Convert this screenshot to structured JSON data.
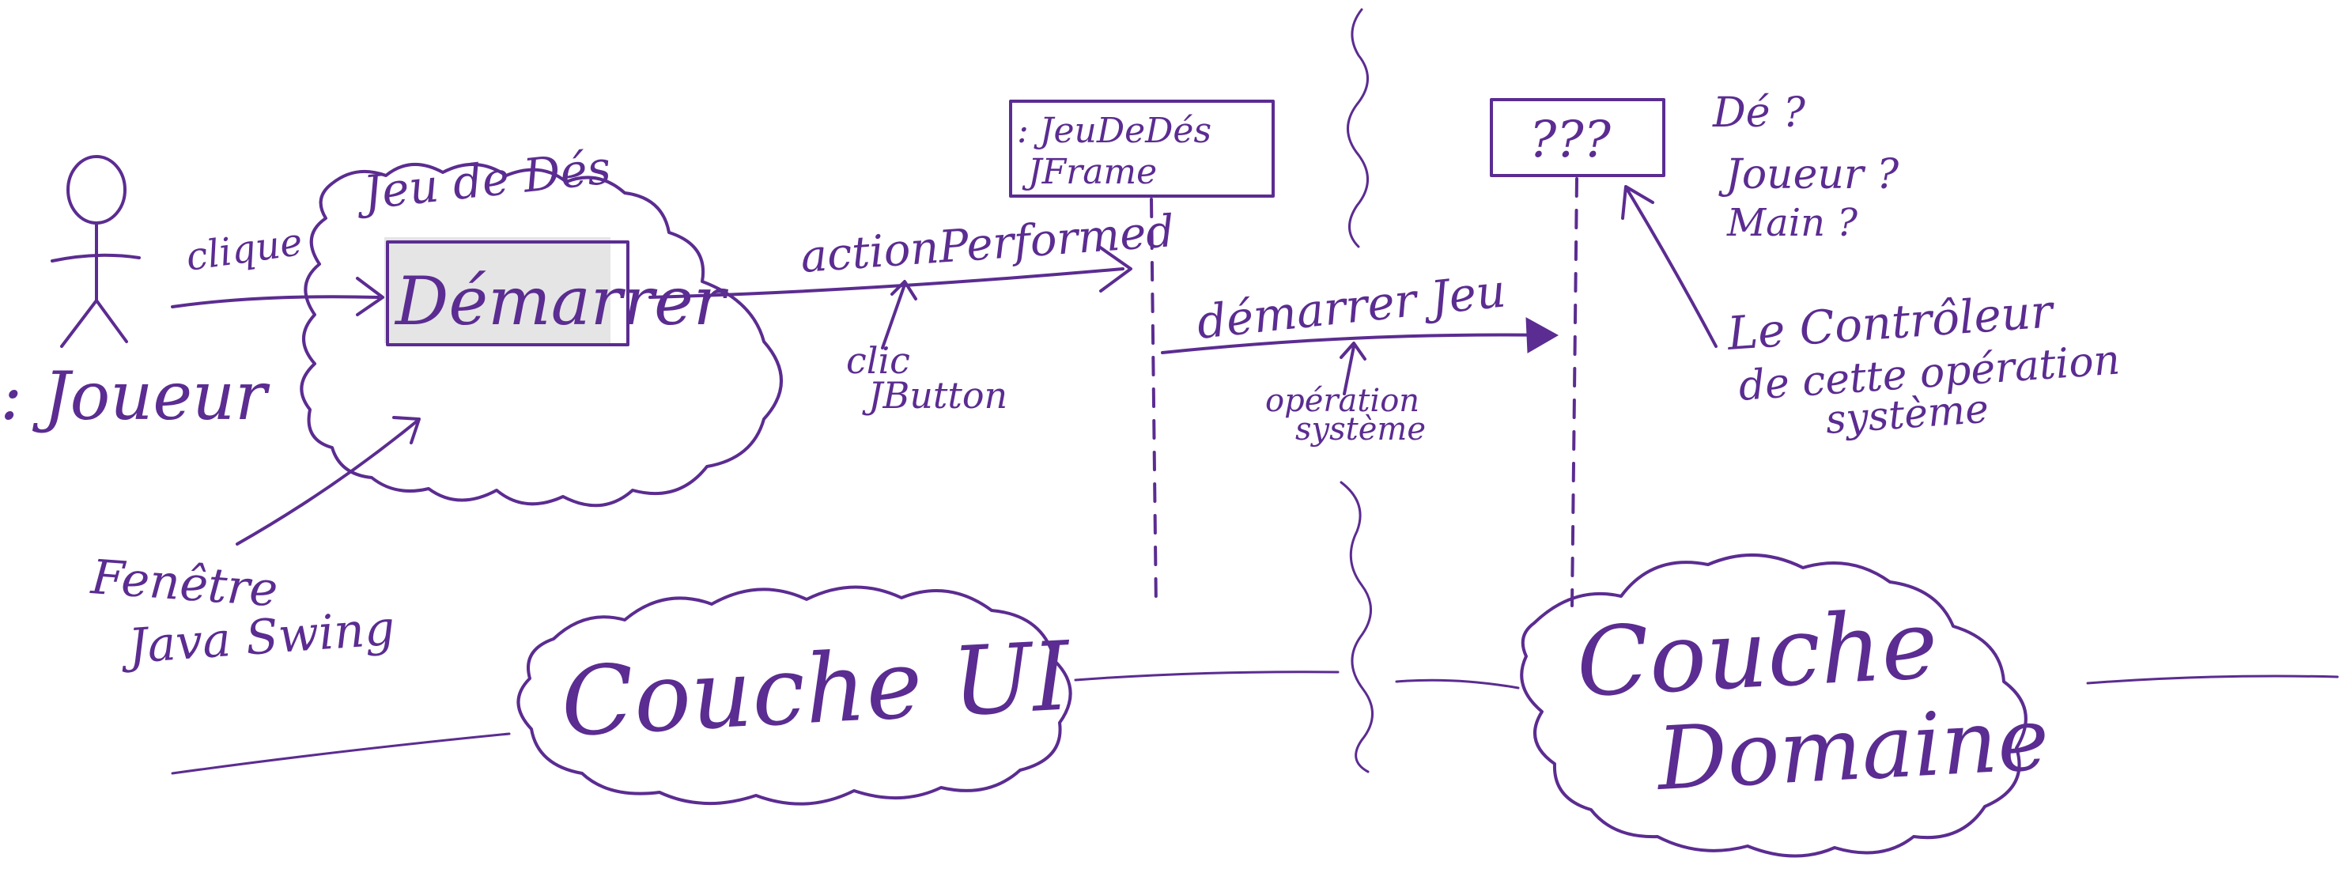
{
  "actor": {
    "name": ": Joueur"
  },
  "labels": {
    "clique": "clique",
    "window_title": "Jeu de Dés",
    "button_label": "Démarrer",
    "window_note_line1": "Fenêtre",
    "window_note_line2": "Java Swing",
    "action_performed": "actionPerformed",
    "clic_line1": "clic",
    "clic_line2": "JButton",
    "jframe_line1": ": JeuDeDés",
    "jframe_line2": "JFrame",
    "demarrer_jeu": "démarrer Jeu",
    "operation_line1": "opération",
    "operation_line2": "système",
    "controller_box": "???",
    "questions_line1": "Dé ?",
    "questions_line2": "Joueur ?",
    "questions_line3": "Main ?",
    "controller_note_line1": "Le Contrôleur",
    "controller_note_line2": "de cette opération",
    "controller_note_line3": "système",
    "ui_layer": "Couche UI",
    "domain_layer_line1": "Couche",
    "domain_layer_line2": "Domaine"
  },
  "colors": {
    "ink": "#5b2c91",
    "button_fill": "#e5e5e5",
    "background": "#ffffff"
  }
}
